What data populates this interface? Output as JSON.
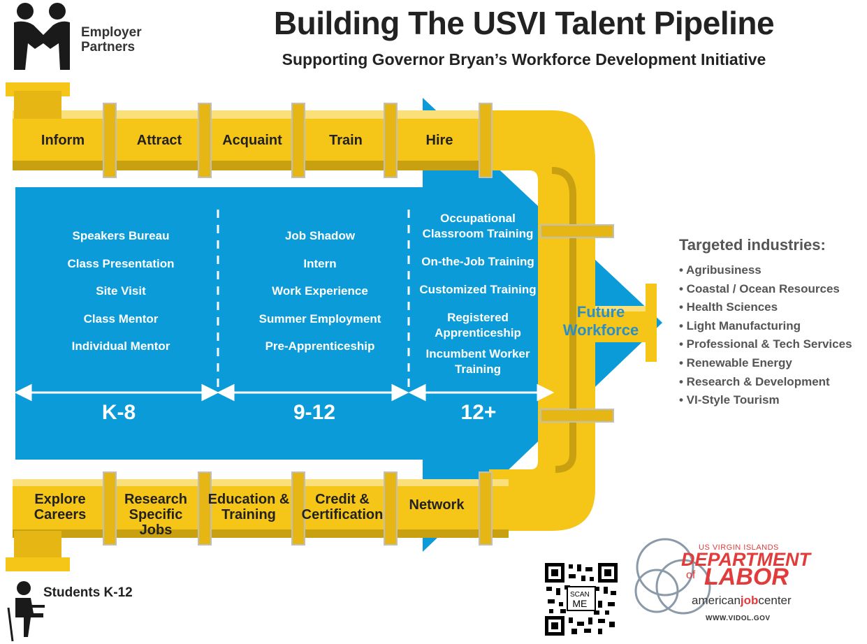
{
  "header": {
    "title": "Building The USVI Talent Pipeline",
    "subtitle": "Supporting Governor Bryan’s Workforce Development Initiative"
  },
  "top_label": [
    "Employer",
    "Partners"
  ],
  "bottom_label": "Students K-12",
  "top_pipe": [
    "Inform",
    "Attract",
    "Acquaint",
    "Train",
    "Hire"
  ],
  "bottom_pipe": [
    [
      "Explore",
      "Careers"
    ],
    [
      "Research",
      "Specific Jobs"
    ],
    [
      "Education &",
      "Training"
    ],
    [
      "Credit &",
      "Certification"
    ],
    [
      "Network",
      ""
    ]
  ],
  "stages": [
    {
      "grade": "K-8",
      "activities": [
        "Speakers Bureau",
        "Class Presentation",
        "Site Visit",
        "Class Mentor",
        "Individual Mentor"
      ]
    },
    {
      "grade": "9-12",
      "activities": [
        "Job Shadow",
        "Intern",
        "Work Experience",
        "Summer Employment",
        "Pre-Apprenticeship"
      ]
    },
    {
      "grade": "12+",
      "activities": [
        [
          "Occupational",
          "Classroom Training"
        ],
        [
          "On-the-Job Training"
        ],
        [
          "Customized Training"
        ],
        [
          "Registered",
          "Apprenticeship"
        ],
        [
          "Incumbent Worker",
          "Training"
        ]
      ]
    }
  ],
  "future_workforce": [
    "Future",
    "Workforce"
  ],
  "industries": {
    "title": "Targeted industries:",
    "items": [
      "• Agribusiness",
      "• Coastal / Ocean Resources",
      "• Health Sciences",
      "• Light Manufacturing",
      "• Professional & Tech Services",
      "• Renewable Energy",
      "• Research & Development",
      "• VI-Style Tourism"
    ]
  },
  "logo": {
    "small": "US VIRGIN ISLANDS",
    "line1": "DEPARTMENT",
    "of": "of",
    "line2": "LABOR",
    "ajc_pre": "american",
    "ajc_bold": "job",
    "ajc_post": "center",
    "url": "WWW.VIDOL.GOV"
  },
  "qr": [
    "SCAN",
    "ME"
  ],
  "colors": {
    "pipe": "#f5c518",
    "pipe_dark": "#c9a010",
    "blue": "#0b9bd8",
    "text_dark": "#222222",
    "logo_red": "#e23b3b"
  }
}
